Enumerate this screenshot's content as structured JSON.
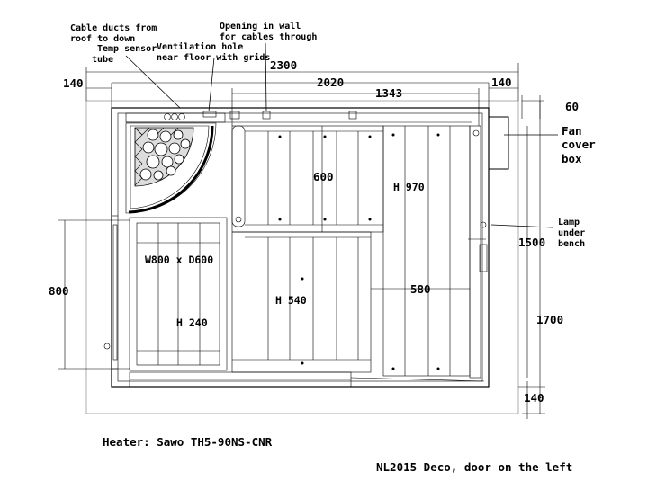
{
  "labels": {
    "cable_ducts": [
      "Cable ducts from",
      "roof to down"
    ],
    "temp_sensor": [
      "Temp sensor",
      "tube"
    ],
    "ventilation": [
      "Ventilation hole",
      "near floor with grids"
    ],
    "wall_opening": [
      "Opening in wall",
      "for cables through"
    ],
    "fan_cover": [
      "Fan",
      "cover",
      "box"
    ],
    "lamp": [
      "Lamp",
      "under",
      "bench"
    ],
    "bench_size": "W800 x D600",
    "h240": "H 240",
    "h540": "H 540",
    "h970": "H 970"
  },
  "dimensions": {
    "overall_width": "2300",
    "inner_width": "2020",
    "upper_bench_length": "1343",
    "left_offset": "140",
    "right_offset": "140",
    "fan_depth": "60",
    "bench_depth_600": "600",
    "bench_depth_580": "580",
    "left_800": "800",
    "right_1500": "1500",
    "right_1700": "1700",
    "bottom_140": "140"
  },
  "footer": {
    "heater": "Heater: Sawo TH5-90NS-CNR",
    "model": "NL2015 Deco, door on the left"
  }
}
